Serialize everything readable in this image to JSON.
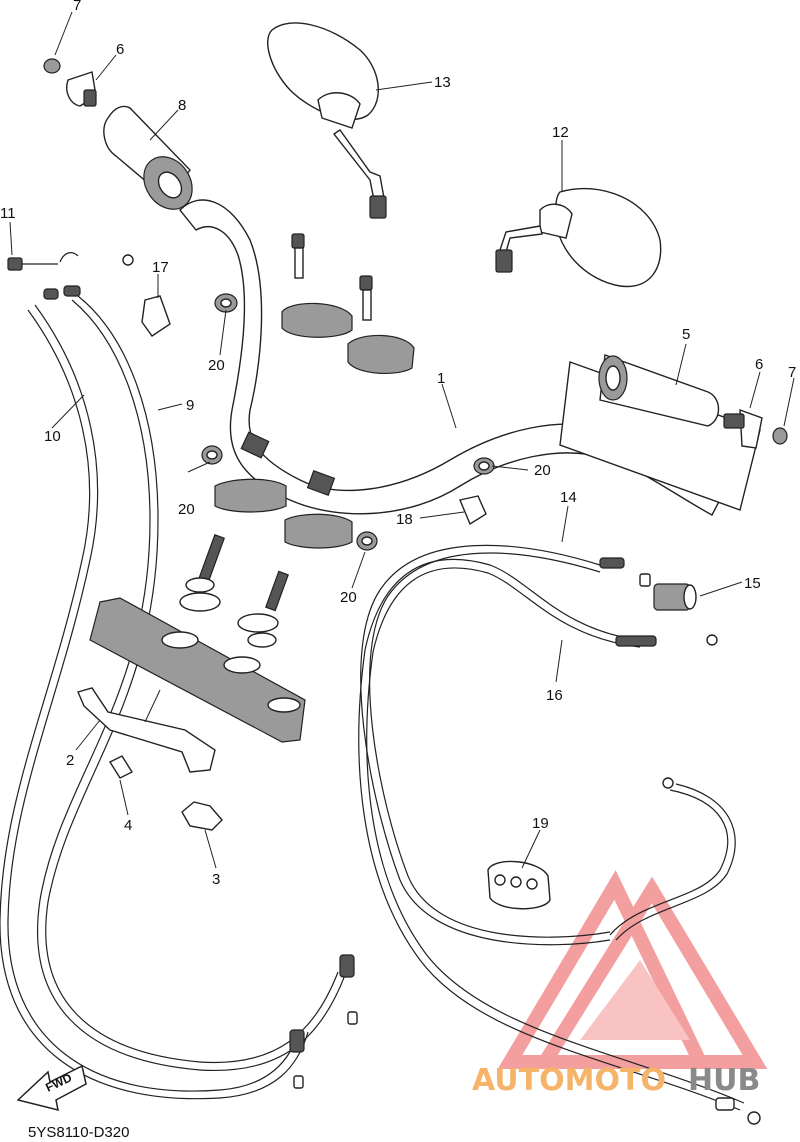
{
  "diagram": {
    "part_code": "5YS8110-D320",
    "fwd_label": "FWD",
    "callouts": [
      "1",
      "2",
      "3",
      "4",
      "5",
      "6",
      "6",
      "7",
      "7",
      "8",
      "9",
      "10",
      "11",
      "12",
      "13",
      "14",
      "15",
      "16",
      "17",
      "18",
      "19",
      "20",
      "20",
      "20",
      "20"
    ]
  },
  "watermark": {
    "text_part1": "AUTOMOTO",
    "text_part2": "HUB",
    "color_part1": "#f5b46a",
    "color_part2": "#8a8a8a",
    "logo_color": "#f08080"
  }
}
